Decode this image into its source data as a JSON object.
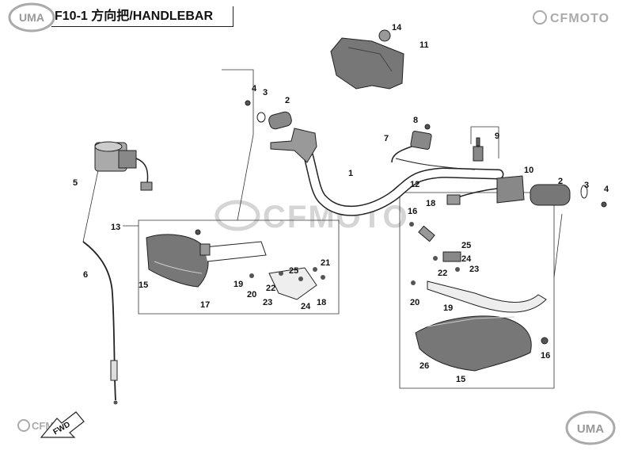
{
  "header": {
    "title": "F10-1 方向把/HANDLEBAR",
    "logo_left": "UMA",
    "logo_right": "CFMOTO",
    "logo_bottom_left": "CFMOTO",
    "logo_bottom_right": "UMA",
    "watermark": "CFMOTO"
  },
  "fwd_label": "FWD",
  "callouts": [
    {
      "id": "c14",
      "label": "14"
    },
    {
      "id": "c11",
      "label": "11"
    },
    {
      "id": "c4a",
      "label": "4"
    },
    {
      "id": "c3a",
      "label": "3"
    },
    {
      "id": "c2a",
      "label": "2"
    },
    {
      "id": "c8",
      "label": "8"
    },
    {
      "id": "c7",
      "label": "7"
    },
    {
      "id": "c9",
      "label": "9"
    },
    {
      "id": "c10",
      "label": "10"
    },
    {
      "id": "c2b",
      "label": "2"
    },
    {
      "id": "c3b",
      "label": "3"
    },
    {
      "id": "c4b",
      "label": "4"
    },
    {
      "id": "c1",
      "label": "1"
    },
    {
      "id": "c5",
      "label": "5"
    },
    {
      "id": "c12",
      "label": "12"
    },
    {
      "id": "c13",
      "label": "13"
    },
    {
      "id": "c16a",
      "label": "16"
    },
    {
      "id": "c6",
      "label": "6"
    },
    {
      "id": "c15a",
      "label": "15"
    },
    {
      "id": "c19a",
      "label": "19"
    },
    {
      "id": "c20a",
      "label": "20"
    },
    {
      "id": "c17",
      "label": "17"
    },
    {
      "id": "c25a",
      "label": "25"
    },
    {
      "id": "c21",
      "label": "21"
    },
    {
      "id": "c22a",
      "label": "22"
    },
    {
      "id": "c23a",
      "label": "23"
    },
    {
      "id": "c24a",
      "label": "24"
    },
    {
      "id": "c18a",
      "label": "18"
    },
    {
      "id": "c18b",
      "label": "18"
    },
    {
      "id": "c25b",
      "label": "25"
    },
    {
      "id": "c24b",
      "label": "24"
    },
    {
      "id": "c22b",
      "label": "22"
    },
    {
      "id": "c23b",
      "label": "23"
    },
    {
      "id": "c20b",
      "label": "20"
    },
    {
      "id": "c19b",
      "label": "19"
    },
    {
      "id": "c26",
      "label": "26"
    },
    {
      "id": "c16b",
      "label": "16"
    },
    {
      "id": "c15b",
      "label": "15"
    }
  ]
}
